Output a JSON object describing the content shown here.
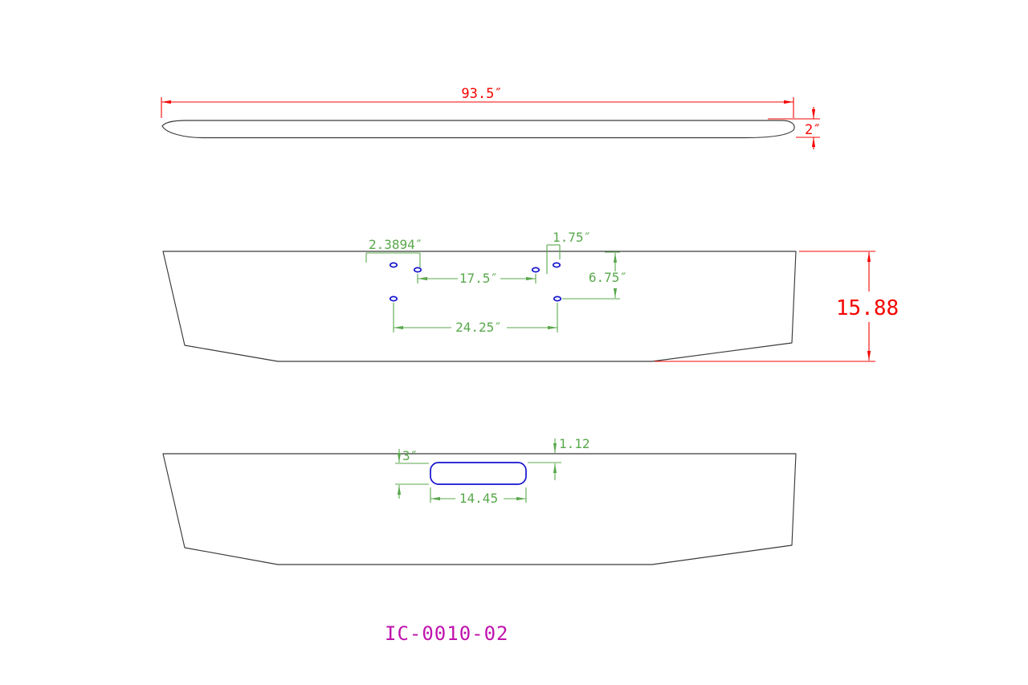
{
  "drawing": {
    "part_number": "IC-0010-02",
    "colors": {
      "dimension_red": "#f40400",
      "dimension_green": "#58a84b",
      "feature_blue": "#1313cf",
      "outline_gray": "#3a3a3a",
      "title_magenta": "#c013ad"
    },
    "top_view": {
      "overall_width": "93.5″",
      "end_height": "2″"
    },
    "front_view": {
      "hole_pitch": "2.3894″",
      "hole_offset": "1.75″",
      "upper_hole_span": "17.5″",
      "hole_row_drop": "6.75″",
      "lower_hole_span": "24.25″",
      "overall_height": "15.88"
    },
    "bottom_view": {
      "slot_height": "3″",
      "slot_top_offset": "1.12",
      "slot_width": "14.45"
    }
  }
}
